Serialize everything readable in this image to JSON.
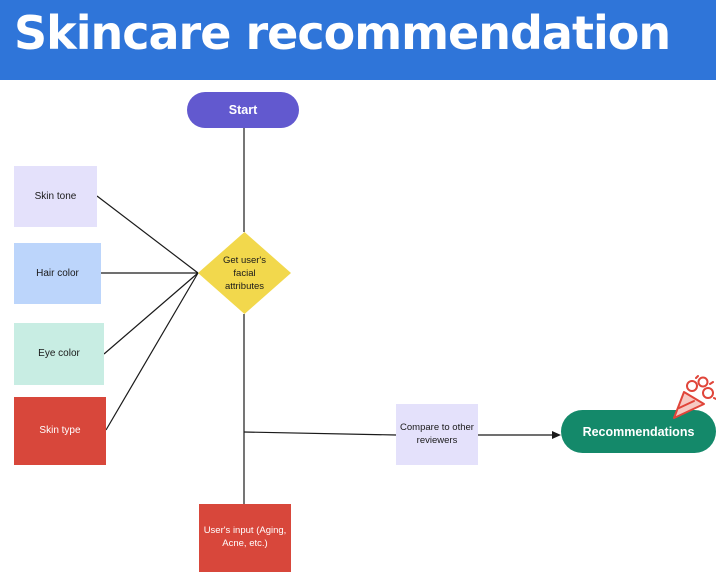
{
  "header": {
    "title": "Skincare recommendation"
  },
  "flowchart": {
    "start": "Start",
    "attributes": [
      "Skin tone",
      "Hair color",
      "Eye color",
      "Skin type"
    ],
    "decision": "Get user's facial attributes",
    "compare": "Compare to other reviewers",
    "user_input": "User's input (Aging, Acne, etc.)",
    "result": "Recommendations"
  },
  "colors": {
    "header_bg": "#2f75d9",
    "start": "#6259cf",
    "skin_tone": "#e4e1fb",
    "hair_color": "#bcd5fb",
    "eye_color": "#c8ede3",
    "skin_type": "#d8473b",
    "decision": "#f2d84c",
    "compare": "#e4e1fb",
    "user_input": "#d8473b",
    "result": "#14896a"
  },
  "icons": {
    "decoration": "flower-bouquet-icon"
  }
}
